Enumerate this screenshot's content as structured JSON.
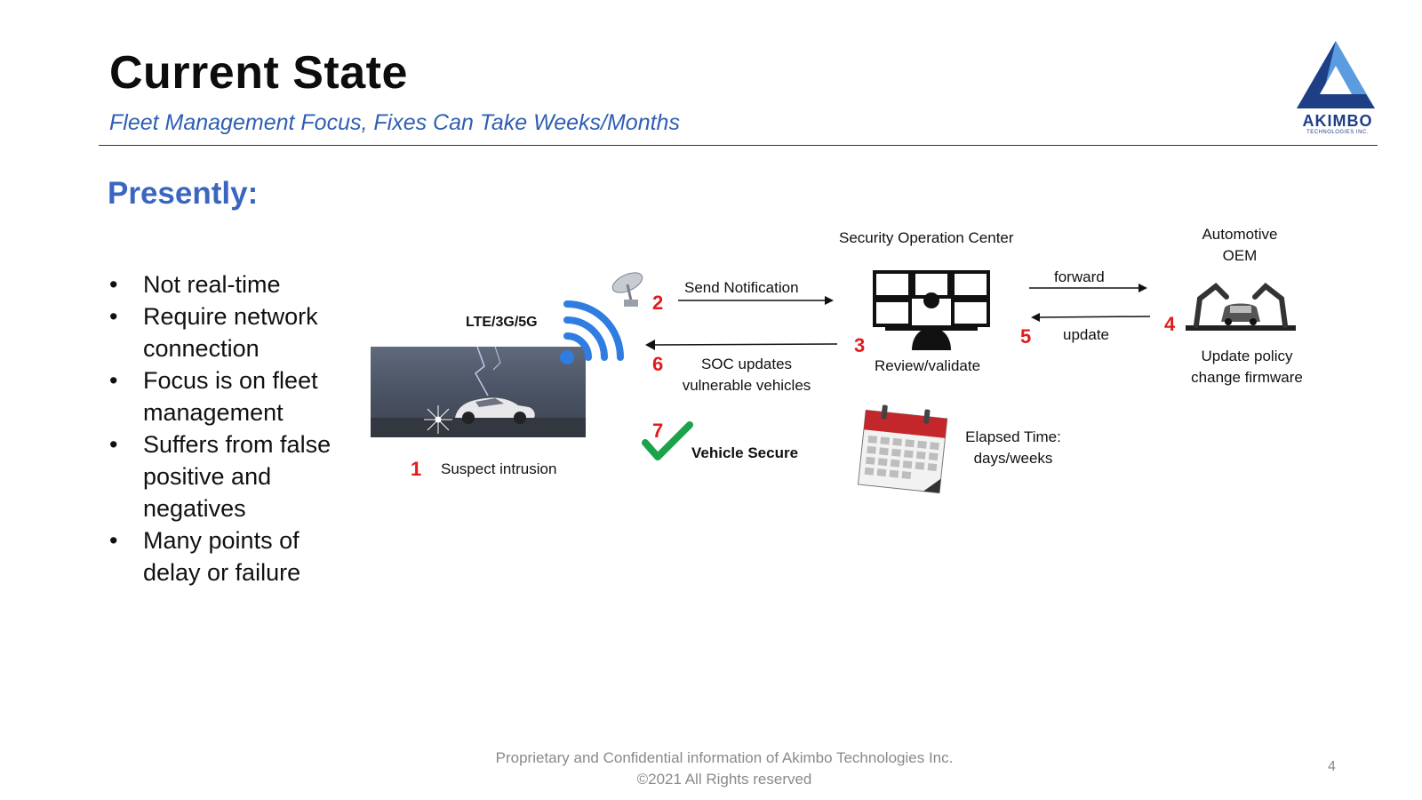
{
  "header": {
    "title": "Current State",
    "subtitle": "Fleet Management Focus, Fixes Can Take Weeks/Months"
  },
  "logo": {
    "name": "AKIMBO",
    "tagline": "TECHNOLOGIES INC."
  },
  "section_heading": "Presently:",
  "bullets": [
    "Not real-time",
    "Require network connection",
    "Focus is on fleet management",
    "Suffers from false positive and negatives",
    "Many points of delay or failure"
  ],
  "diagram": {
    "network_label": "LTE/3G/5G",
    "steps": {
      "s1": {
        "num": "1",
        "label": "Suspect intrusion"
      },
      "s2": {
        "num": "2",
        "label": "Send Notification"
      },
      "s3": {
        "num": "3",
        "label": "Review/validate"
      },
      "s4": {
        "num": "4",
        "label_line1": "Update policy",
        "label_line2": "change firmware"
      },
      "s5": {
        "num": "5",
        "label": "update"
      },
      "s6": {
        "num": "6",
        "label_line1": "SOC updates",
        "label_line2": "vulnerable vehicles"
      },
      "s7": {
        "num": "7",
        "label": "Vehicle Secure"
      }
    },
    "soc_title": "Security Operation Center",
    "oem_line1": "Automotive",
    "oem_line2": "OEM",
    "forward_label": "forward",
    "elapsed_line1": "Elapsed Time:",
    "elapsed_line2": "days/weeks"
  },
  "footer": {
    "line1": "Proprietary and Confidential information of  Akimbo Technologies Inc.",
    "line2": "©2021 All Rights reserved",
    "page_number": "4"
  },
  "colors": {
    "title": "#0d0d0d",
    "subtitle": "#2f5fb3",
    "heading": "#3a66c0",
    "step_number": "#e21b1b",
    "check": "#1aa34a",
    "wifi": "#2f7de1"
  }
}
